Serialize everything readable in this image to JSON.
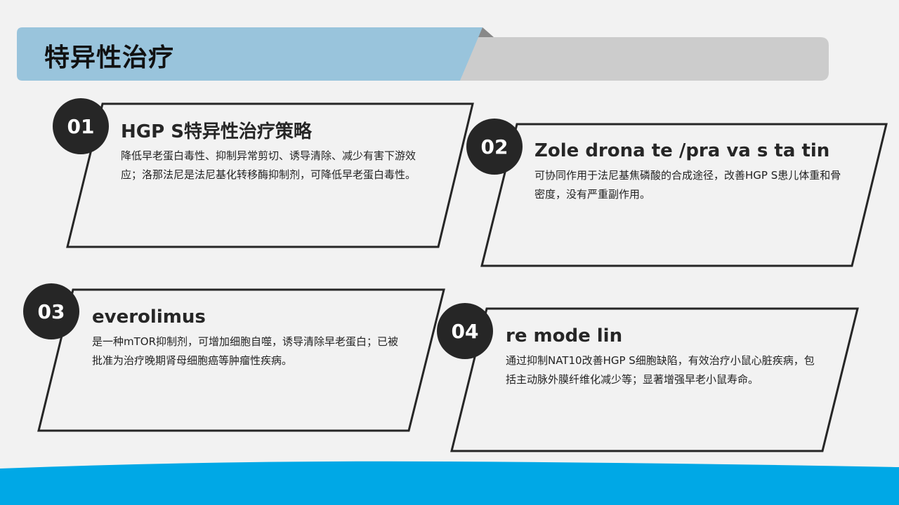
{
  "header": {
    "title": "特异性治疗",
    "colors": {
      "title_band": "#99c4dc",
      "grey_band": "#cccccc",
      "accent_fold": "#888888"
    }
  },
  "footer": {
    "wave_color": "#00a8e6"
  },
  "cards": [
    {
      "number": "01",
      "title": "HGP S特异性治疗策略",
      "body": "降低早老蛋白毒性、抑制异常剪切、诱导清除、减少有害下游效应；洛那法尼是法尼基化转移酶抑制剂，可降低早老蛋白毒性。"
    },
    {
      "number": "02",
      "title": "Zole drona te /pra va s ta tin",
      "body": "可协同作用于法尼基焦磷酸的合成途径，改善HGP S患儿体重和骨密度，没有严重副作用。"
    },
    {
      "number": "03",
      "title": "everolimus",
      "body": "是一种mTOR抑制剂，可增加细胞自噬，诱导清除早老蛋白；已被批准为治疗晚期肾母细胞癌等肿瘤性疾病。"
    },
    {
      "number": "04",
      "title": "re mode lin",
      "body": "通过抑制NAT10改善HGP S细胞缺陷，有效治疗小鼠心脏疾病，包括主动脉外膜纤维化减少等；显著增强早老小鼠寿命。"
    }
  ]
}
